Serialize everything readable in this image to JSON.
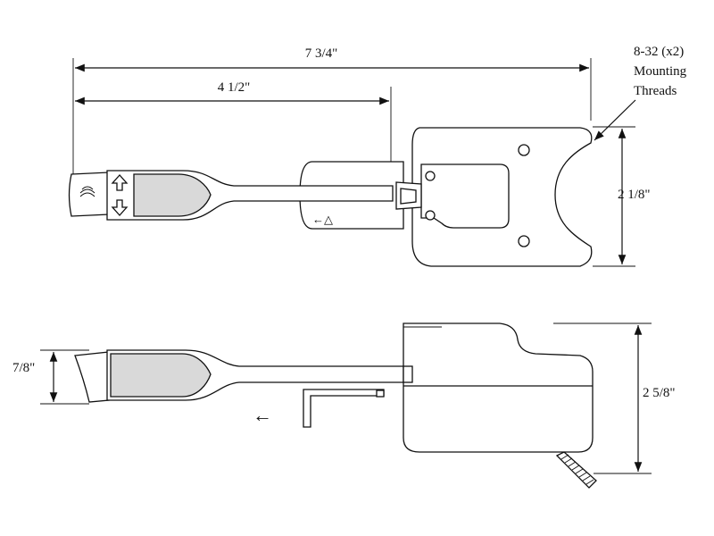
{
  "dimensions": {
    "overall_length": "7 3/4\"",
    "handle_to_body": "4 1/2\"",
    "body_width": "2 1/8\"",
    "handle_height": "7/8\"",
    "body_height": "2 5/8\""
  },
  "callout": {
    "line1": "8-32 (x2)",
    "line2": "Mounting",
    "line3": "Threads"
  },
  "glyphs": {
    "direction_arrow": "←",
    "body_marker": "←△"
  },
  "colors": {
    "line": "#111111",
    "grip_fill": "#d9d9d9",
    "background": "#ffffff"
  }
}
